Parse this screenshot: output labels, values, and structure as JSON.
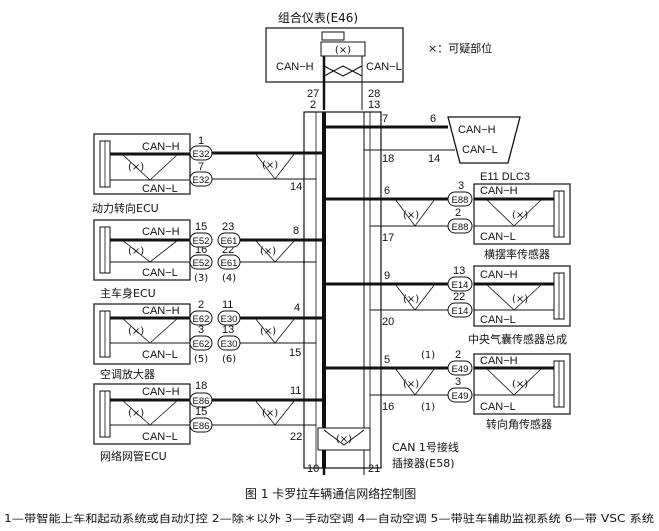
{
  "cluster": {
    "title": "组合仪表(E46)",
    "can_h": "CAN−H",
    "can_l": "CAN−L",
    "mark": "(×)",
    "pin_h": "27",
    "pin_l": "28"
  },
  "legend_note": "×：可疑部位",
  "junction": {
    "label1": "CAN 1号接线",
    "label2": "插接器(E58)",
    "mark": "(×)",
    "pins": {
      "top_left": "2",
      "top_right": "13",
      "bottom_left": "10",
      "bottom_right": "21",
      "p7": "7",
      "p18": "18",
      "p14": "14",
      "p8": "8",
      "p6": "6",
      "p17": "17",
      "p9": "9",
      "p4": "4",
      "p20": "20",
      "p15": "15",
      "p5": "5",
      "p11": "11",
      "p16": "16",
      "p22": "22"
    }
  },
  "dlc3": {
    "label": "E11 DLC3",
    "can_h": "CAN−H",
    "can_l": "CAN−L",
    "pin_h": "6",
    "pin_l": "14"
  },
  "left_ecus": [
    {
      "name": "动力转向ECU",
      "can_h": "CAN−H",
      "can_l": "CAN−L",
      "mark": "(×)",
      "mid_mark": "(×)",
      "pin_h": "1",
      "pin_l": "7",
      "conn_h": "E32",
      "conn_l": "E32",
      "pin_h2": "",
      "pin_l2": "",
      "note_l": "",
      "note_r": ""
    },
    {
      "name": "主车身ECU",
      "can_h": "CAN−H",
      "can_l": "CAN−L",
      "mark": "(×)",
      "mid_mark": "(×)",
      "pin_h": "15",
      "pin_l": "16",
      "conn_h": "E52",
      "conn_l": "E52",
      "pin_h2": "23",
      "pin_l2": "22",
      "conn_h2": "E61",
      "conn_l2": "E61",
      "note_l": "(3)",
      "note_r": "(4)"
    },
    {
      "name": "空调放大器",
      "can_h": "CAN−H",
      "can_l": "CAN−L",
      "mark": "(×)",
      "mid_mark": "(×)",
      "pin_h": "2",
      "pin_l": "3",
      "conn_h": "E62",
      "conn_l": "E62",
      "pin_h2": "11",
      "pin_l2": "13",
      "conn_h2": "E30",
      "conn_l2": "E30",
      "note_l": "(5)",
      "note_r": "(6)"
    },
    {
      "name": "网络网管ECU",
      "can_h": "CAN−H",
      "can_l": "CAN−L",
      "mark": "(×)",
      "mid_mark": "(×)",
      "pin_h": "18",
      "pin_l": "15",
      "conn_h": "E86",
      "conn_l": "E86",
      "pin_h2": "",
      "pin_l2": "",
      "note_l": "",
      "note_r": ""
    }
  ],
  "right_sensors": [
    {
      "name": "横摆率传感器",
      "can_h": "CAN−H",
      "can_l": "CAN−L",
      "mark": "(×)",
      "mid_mark": "(×)",
      "pin_h": "3",
      "pin_l": "2",
      "conn_h": "E88",
      "conn_l": "E88",
      "note": ""
    },
    {
      "name": "中央气囊传感器总成",
      "can_h": "CAN−H",
      "can_l": "CAN−L",
      "mark": "(×)",
      "mid_mark": "(×)",
      "pin_h": "13",
      "pin_l": "22",
      "conn_h": "E14",
      "conn_l": "E14",
      "note": ""
    },
    {
      "name": "转向角传感器",
      "can_h": "CAN−H",
      "can_l": "CAN−L",
      "mark": "(×)",
      "mid_mark": "(×)",
      "pin_h": "2",
      "pin_l": "3",
      "conn_h": "E49",
      "conn_l": "E49",
      "note": "(1)"
    }
  ],
  "caption": "图 1  卡罗拉车辆通信网络控制图",
  "footnote": "1—带智能上车和起动系统或自动灯控  2—除＊以外  3—手动空调  4—自动空调  5—带驻车辅助监视系统  6—带 VSC 系统",
  "colors": {
    "line": "#111111",
    "background": "#ffffff"
  }
}
